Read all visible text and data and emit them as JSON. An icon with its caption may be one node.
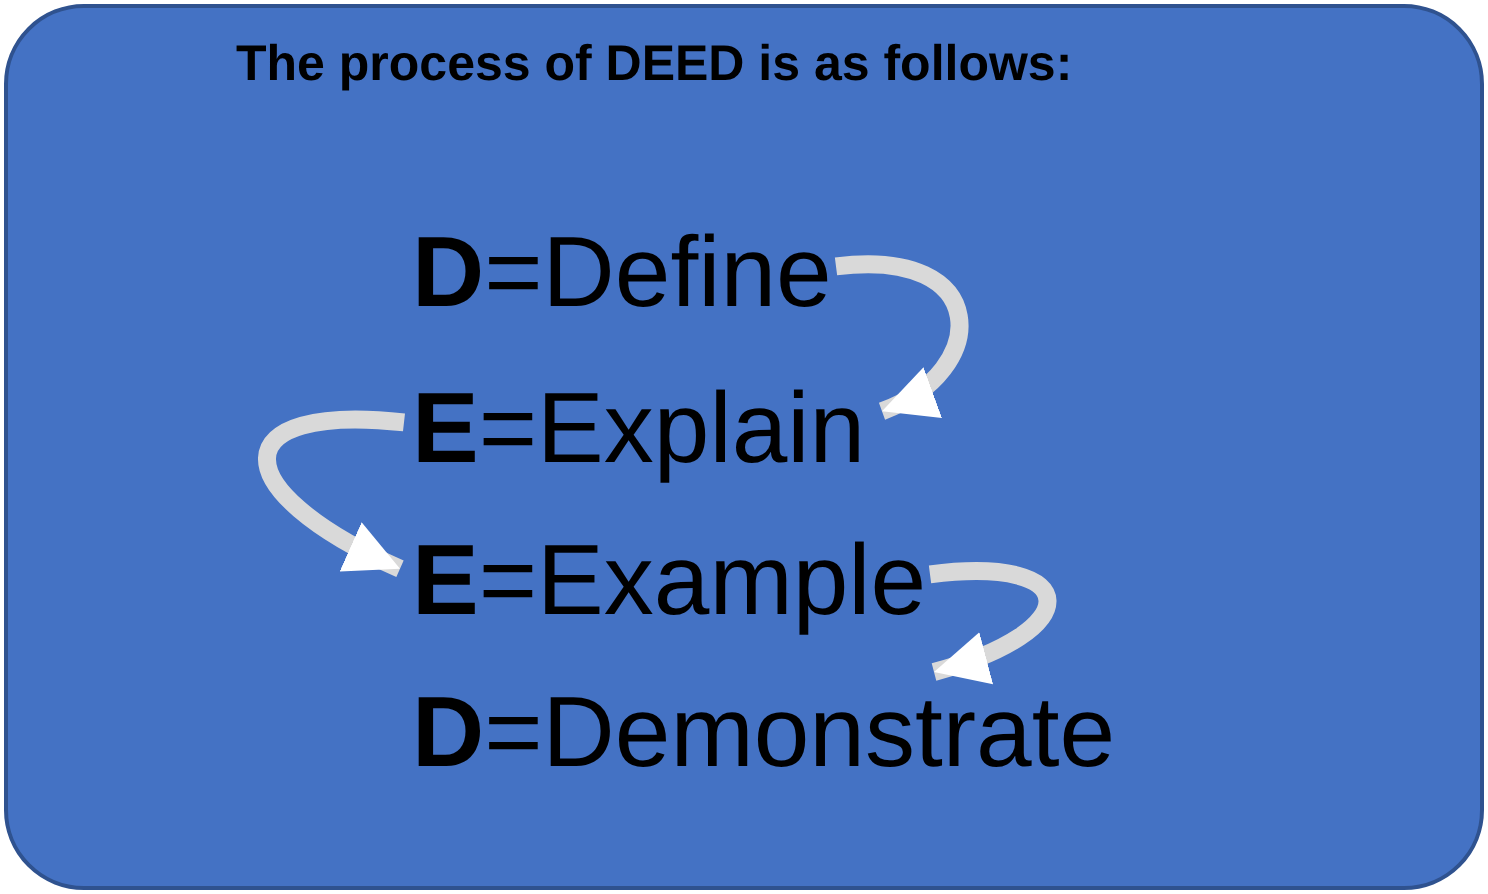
{
  "diagram": {
    "title": "The process of DEED is as follows:",
    "nodes": [
      {
        "text": [
          "**D**=Define"
        ]
      },
      {
        "text": [
          "**E**=Explain"
        ]
      },
      {
        "text": [
          "**E**=Example"
        ]
      },
      {
        "text": [
          "**D**=Demonstrate"
        ]
      }
    ],
    "edges": [
      {
        "from": 0,
        "to": 1,
        "arrow": "to"
      },
      {
        "from": 1,
        "to": 2,
        "arrow": "to"
      },
      {
        "from": 2,
        "to": 3,
        "arrow": "to"
      }
    ]
  }
}
